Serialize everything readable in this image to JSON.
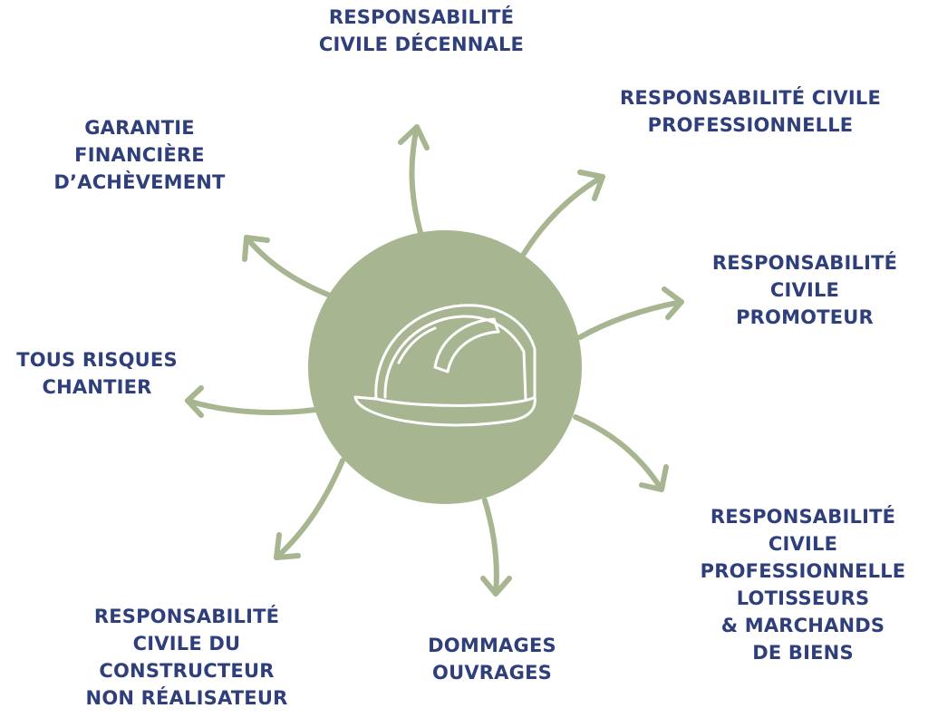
{
  "colors": {
    "accent": "#a7b690",
    "text": "#2f3f7c",
    "helmet_line": "#ffffff"
  },
  "center": {
    "icon": "hard-hat-icon"
  },
  "labels": {
    "rc_decennale": [
      "RESPONSABILITÉ",
      "CIVILE DÉCENNALE"
    ],
    "rc_professionnelle": [
      "RESPONSABILITÉ CIVILE",
      "PROFESSIONNELLE"
    ],
    "rc_promoteur": [
      "RESPONSABILITÉ",
      "CIVILE",
      "PROMOTEUR"
    ],
    "rc_lotisseurs": [
      "RESPONSABILITÉ",
      "CIVILE",
      "PROFESSIONNELLE",
      "LOTISSEURS",
      "& MARCHANDS",
      "DE BIENS"
    ],
    "dommages_ouvrages": [
      "DOMMAGES",
      "OUVRAGES"
    ],
    "rc_constructeur": [
      "RESPONSABILITÉ",
      "CIVILE DU",
      "CONSTRUCTEUR",
      "NON RÉALISATEUR"
    ],
    "tous_risques": [
      "TOUS RISQUES",
      "CHANTIER"
    ],
    "garantie": [
      "GARANTIE",
      "FINANCIÈRE",
      "D’ACHÈVEMENT"
    ]
  }
}
